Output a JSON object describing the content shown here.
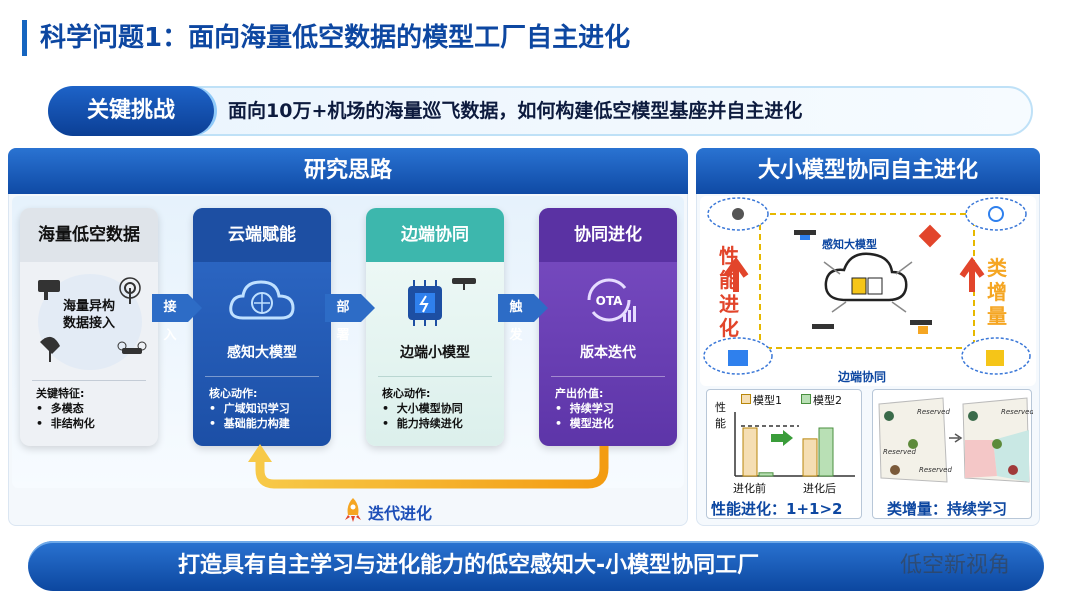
{
  "title": "科学问题1：面向海量低空数据的模型工厂自主进化",
  "challenge": {
    "tag": "关键挑战",
    "text": "面向10万+机场的海量巡飞数据，如何构建低空模型基座并自主进化"
  },
  "research": {
    "header": "研究思路",
    "cards": [
      {
        "head": "海量低空数据",
        "center": "海量异构\n数据接入",
        "list_title": "关键特征:",
        "items": [
          "多模态",
          "非结构化"
        ]
      },
      {
        "head": "云端赋能",
        "title": "感知大模型",
        "list_title": "核心动作:",
        "items": [
          "广域知识学习",
          "基础能力构建"
        ]
      },
      {
        "head": "边端协同",
        "title": "边端小模型",
        "list_title": "核心动作:",
        "items": [
          "大小模型协同",
          "能力持续进化"
        ]
      },
      {
        "head": "协同进化",
        "title": "版本迭代",
        "icon_text": "OTA",
        "list_title": "产出价值:",
        "items": [
          "持续学习",
          "模型进化"
        ]
      }
    ],
    "arrows": [
      "接入",
      "部署",
      "触发"
    ],
    "loop_label": "迭代进化"
  },
  "right": {
    "header": "大小模型协同自主进化",
    "left_vertical": "性能进化",
    "right_vertical": "类增量",
    "big_model_label": "感知大模型",
    "edge_label": "边端协同",
    "chart": {
      "y_label": "性能",
      "legend": [
        "模型1",
        "模型2"
      ],
      "x_labels": [
        "进化前",
        "进化后"
      ]
    },
    "captions": [
      "性能进化：1+1>2",
      "类增量：持续学习"
    ],
    "reserved": "Reserved"
  },
  "colors": {
    "primary": "#1565c0",
    "teal": "#3db7ad",
    "purple": "#5d35a8",
    "orange": "#f5a623",
    "red": "#e2452b"
  },
  "chart_data": {
    "type": "bar",
    "categories": [
      "进化前",
      "进化后"
    ],
    "series": [
      {
        "name": "模型1",
        "values": [
          0.75,
          0.58
        ]
      },
      {
        "name": "模型2",
        "values": [
          0.05,
          0.75
        ]
      }
    ],
    "ylabel": "性能"
  },
  "bottom_text": "打造具有自主学习与进化能力的低空感知大-小模型协同工厂",
  "watermark": "低空新视角"
}
